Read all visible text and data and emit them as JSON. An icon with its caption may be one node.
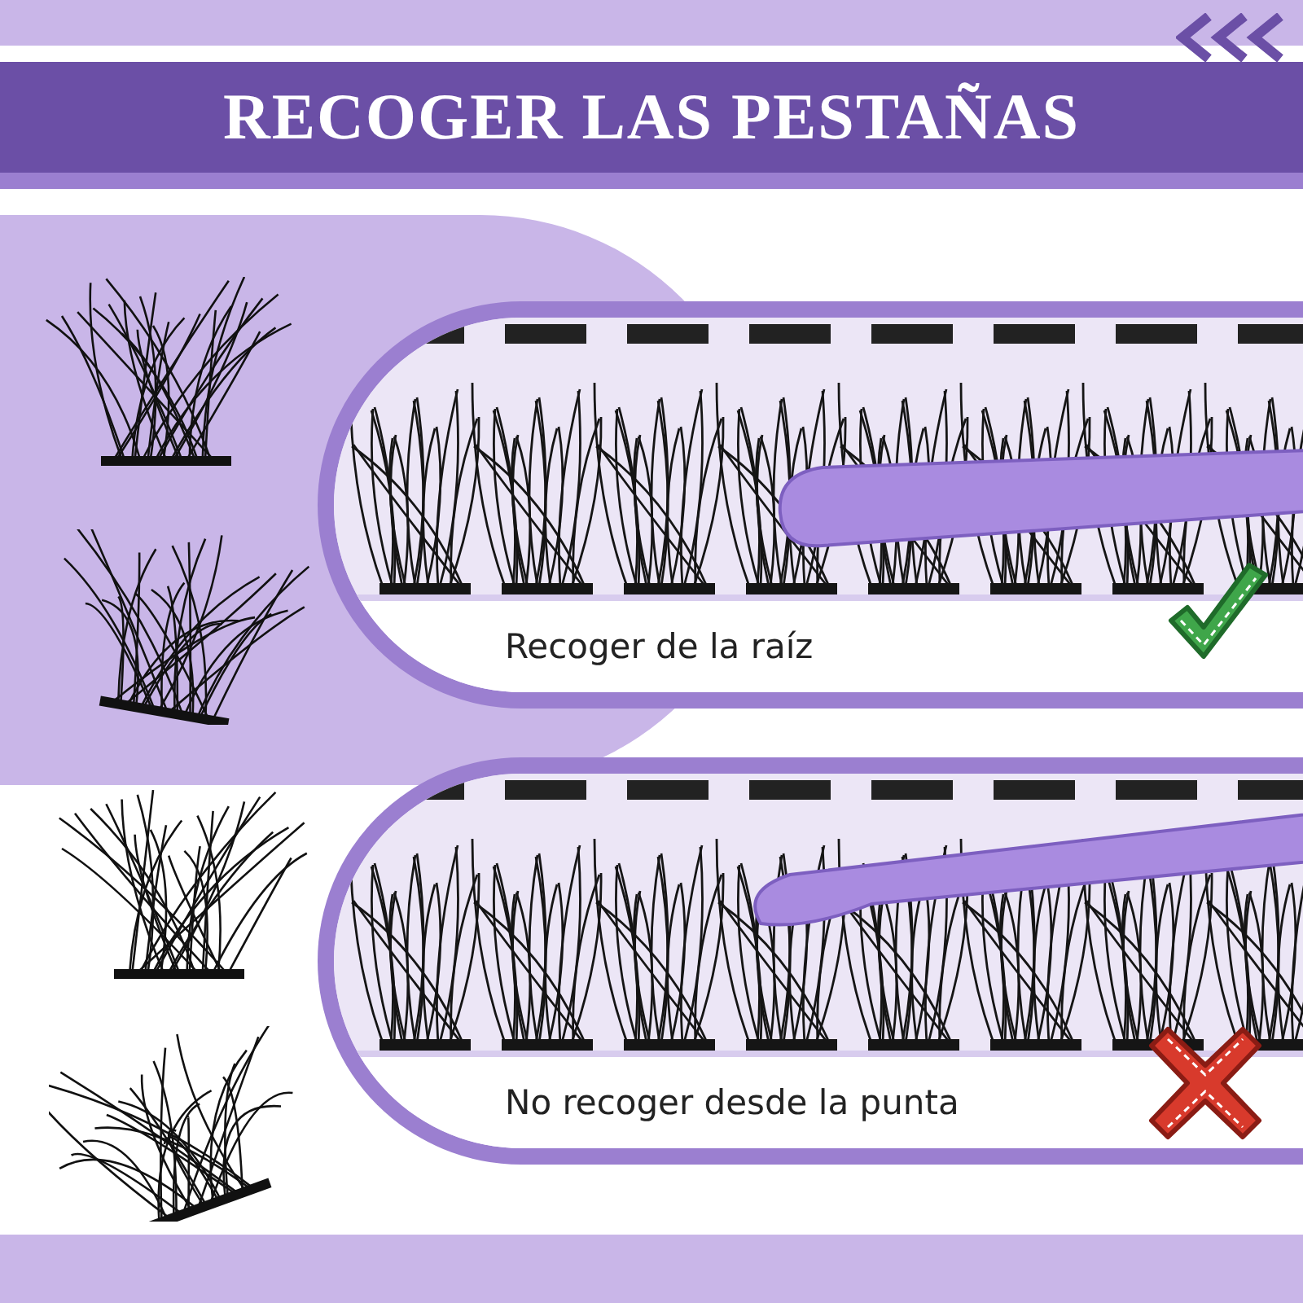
{
  "diagram": {
    "title": "RECOGER LAS PESTAÑAS",
    "nodes": [
      {
        "text": [
          "Recoger de la raíz"
        ]
      },
      {
        "text": [
          "No recoger desde la punta"
        ]
      },
      {
        "text": [],
        "shape": "bar"
      },
      {
        "text": [],
        "shape": "bar"
      }
    ]
  }
}
